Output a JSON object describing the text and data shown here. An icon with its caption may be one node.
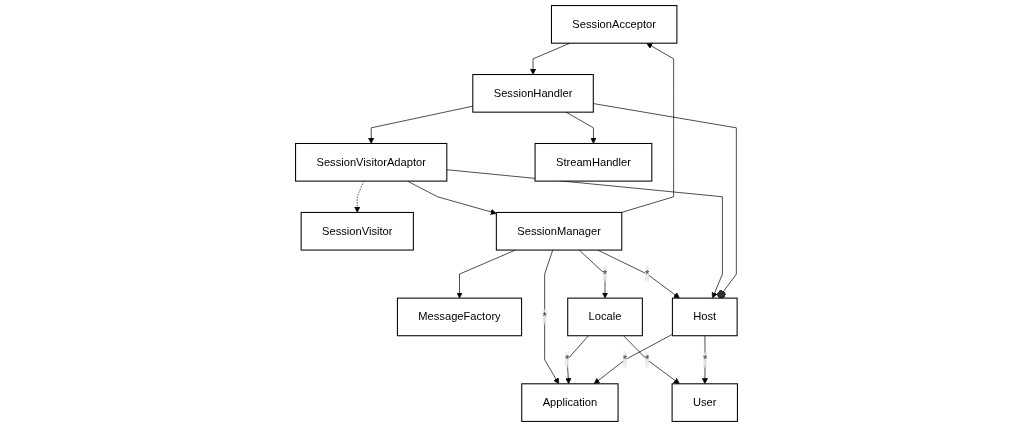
{
  "diagram": {
    "nodes": [
      {
        "text": [
          "MessageFactory"
        ]
      },
      {
        "text": [
          "SessionAcceptor"
        ]
      },
      {
        "text": [
          "SessionVisitor"
        ]
      },
      {
        "text": [
          "SessionManager"
        ]
      },
      {
        "text": [
          "SessionVisitorAdaptor"
        ]
      },
      {
        "text": [
          "StreamHandler"
        ]
      },
      {
        "text": [
          "Locale"
        ]
      },
      {
        "text": [
          "Application"
        ]
      },
      {
        "text": [
          "Host"
        ]
      },
      {
        "text": [
          "SessionHandler"
        ]
      },
      {
        "text": [
          "User"
        ]
      }
    ],
    "edges": [
      {
        "from": 3,
        "to": 0,
        "arrow": "to"
      },
      {
        "from": 3,
        "to": 1,
        "arrow": "to"
      },
      {
        "from": 4,
        "to": 2,
        "arrow": "to",
        "style": "dashed"
      },
      {
        "from": 4,
        "to": 3,
        "arrow": "to"
      },
      {
        "from": 1,
        "to": 9,
        "arrow": "to"
      },
      {
        "from": 3,
        "to": 6,
        "arrow": "to",
        "label": "*"
      },
      {
        "from": 3,
        "to": 7,
        "arrow": "to",
        "label": "*"
      },
      {
        "from": 3,
        "to": 8,
        "arrow": "to",
        "label": "*"
      },
      {
        "from": 4,
        "to": 8,
        "arrow": "to"
      },
      {
        "from": 9,
        "to": 4,
        "arrow": "to"
      },
      {
        "from": 9,
        "to": 5,
        "arrow": "to"
      },
      {
        "from": 6,
        "to": 7,
        "arrow": "to",
        "label": "*"
      },
      {
        "from": 8,
        "to": 7,
        "arrow": "to",
        "label": "*"
      },
      {
        "from": 9,
        "to": 8,
        "arrow": "other"
      },
      {
        "from": 6,
        "to": 10,
        "arrow": "to",
        "label": "*"
      },
      {
        "from": 8,
        "to": 10,
        "arrow": "to",
        "label": "*"
      }
    ]
  }
}
